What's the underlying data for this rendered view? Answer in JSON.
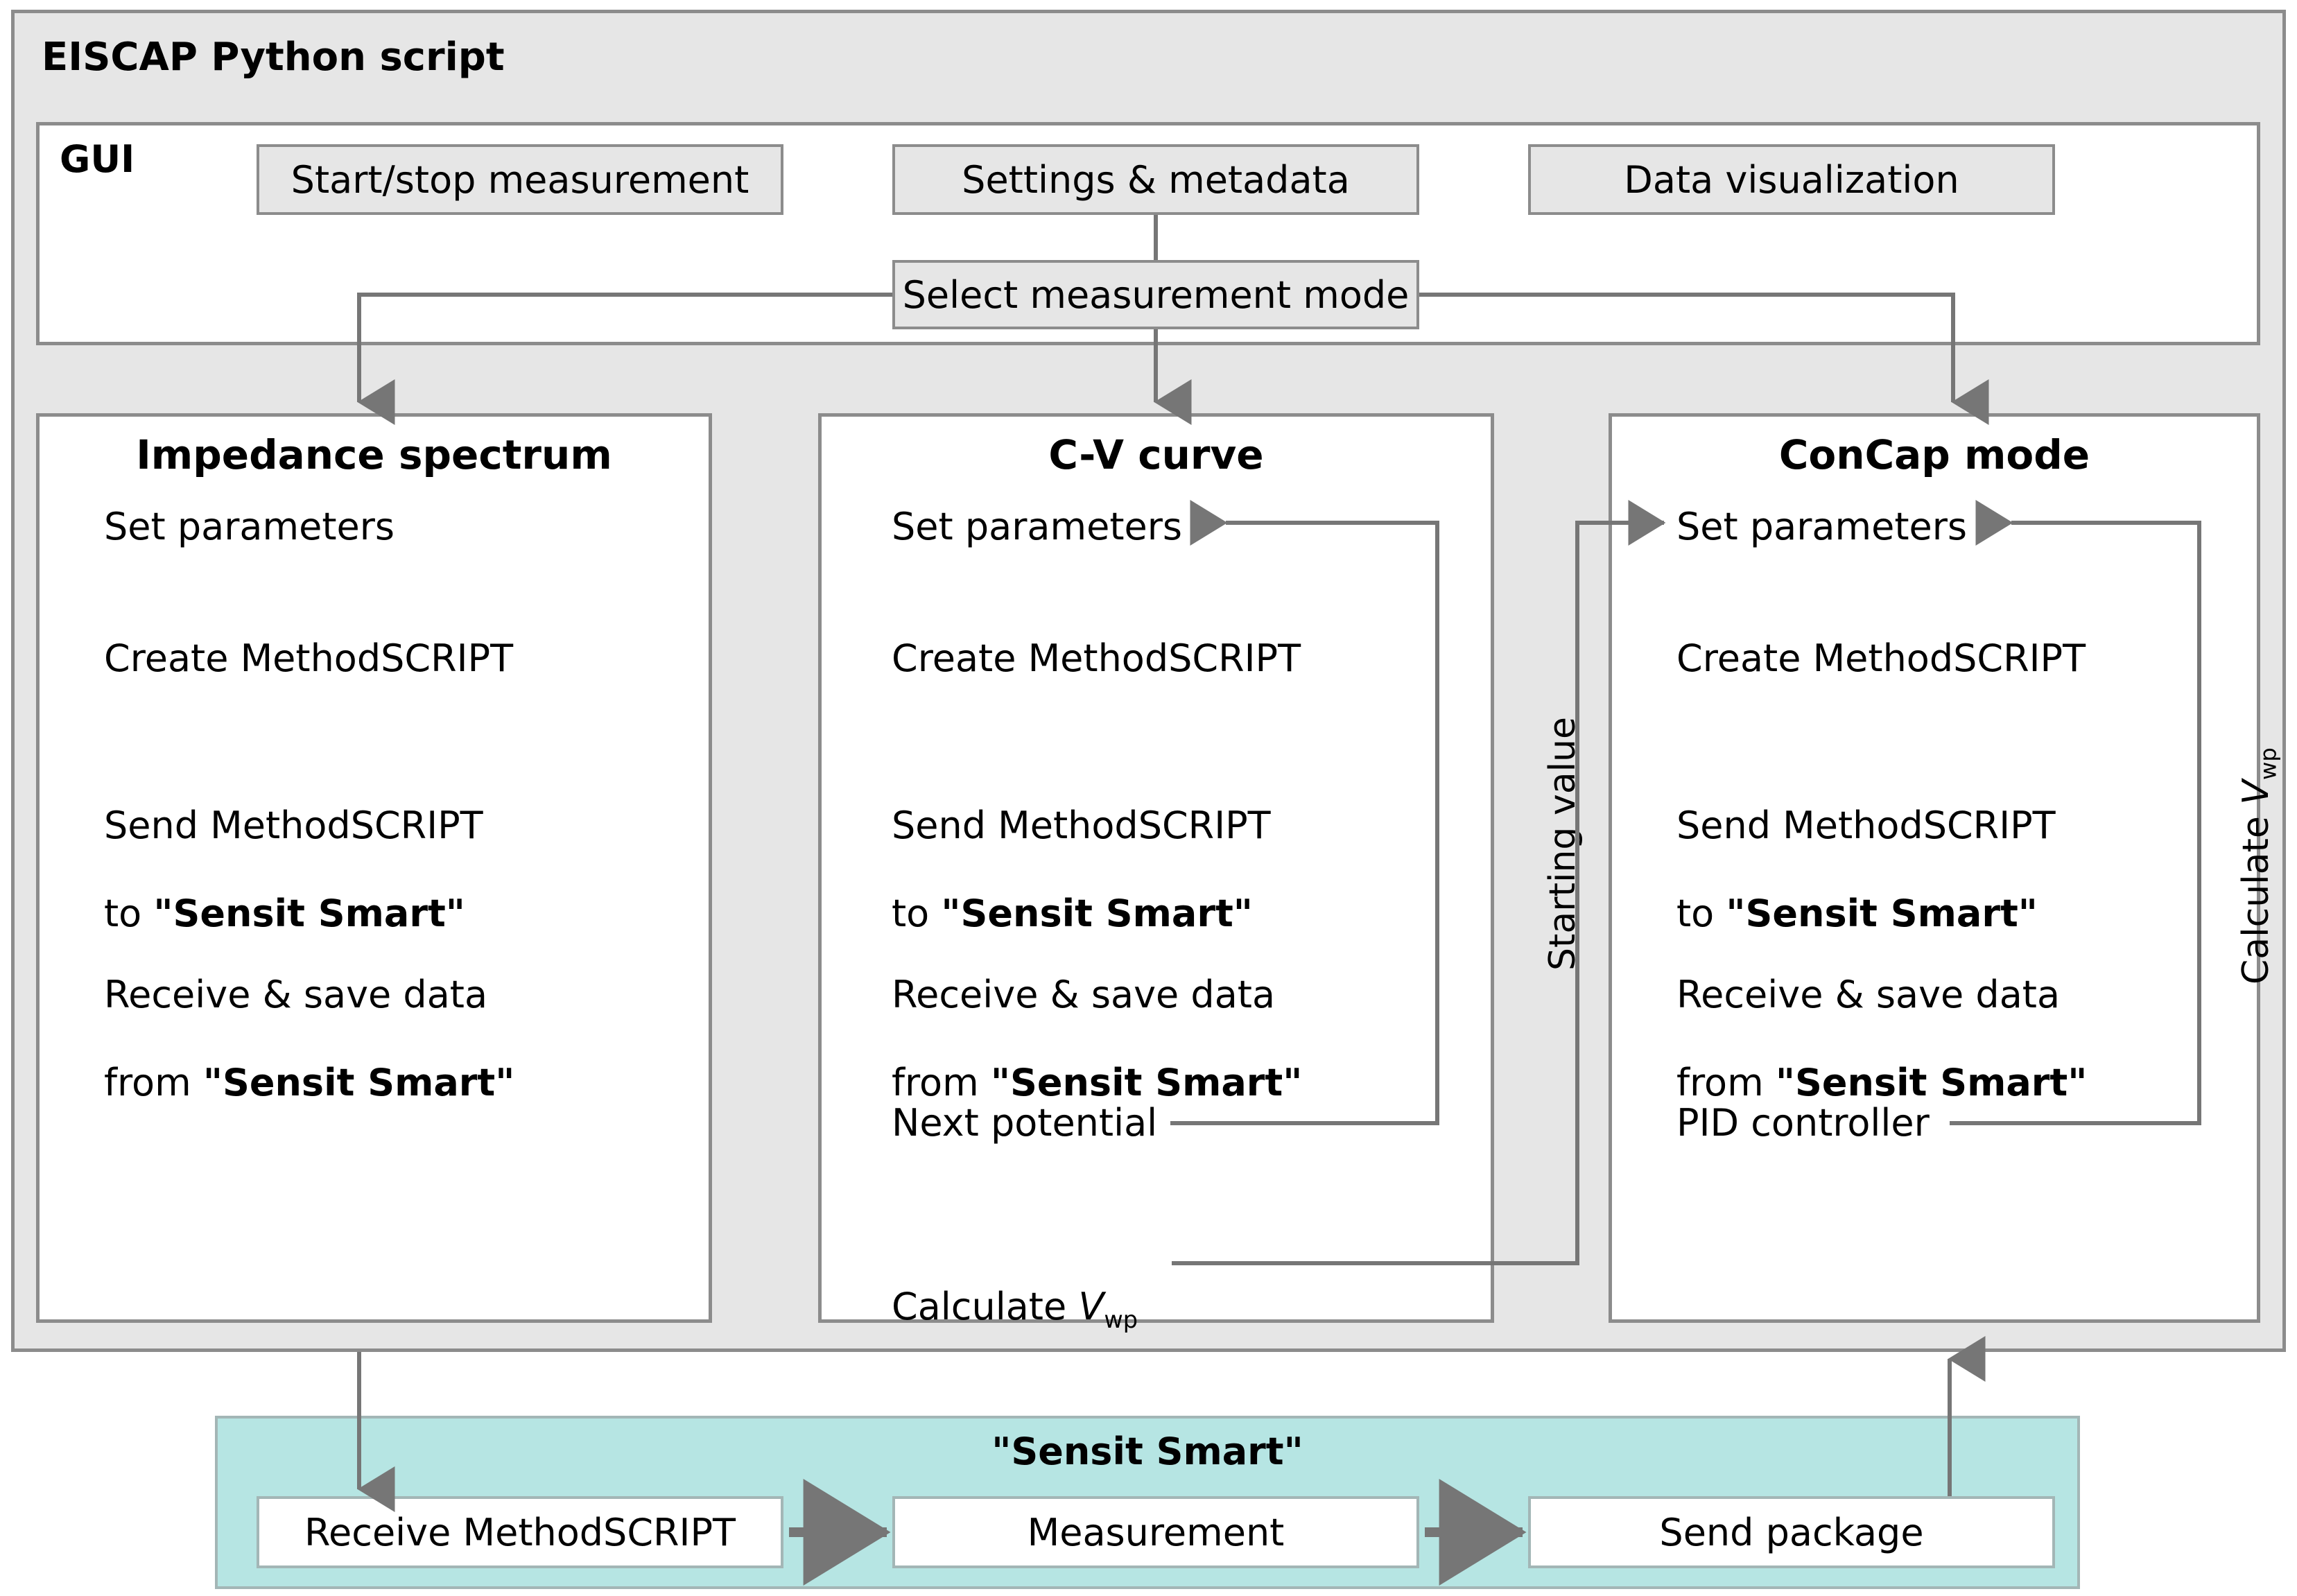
{
  "diagram": {
    "root_title": "EISCAP Python script",
    "gui": {
      "label": "GUI",
      "boxes": [
        {
          "id": "start-stop",
          "label": "Start/stop measurement"
        },
        {
          "id": "settings-metadata",
          "label": "Settings & metadata"
        },
        {
          "id": "data-visualization",
          "label": "Data visualization"
        }
      ],
      "mode_selector": {
        "id": "select-measurement-mode",
        "label": "Select measurement mode"
      }
    },
    "columns": [
      {
        "id": "impedance-spectrum",
        "title": "Impedance spectrum",
        "steps": [
          {
            "id": "set-parameters",
            "text": "Set parameters"
          },
          {
            "id": "create-methodscript",
            "text": "Create MethodSCRIPT"
          },
          {
            "id": "send-methodscript",
            "line1": "Send MethodSCRIPT",
            "line2_prefix": "to ",
            "line2_bold": "\"Sensit Smart\""
          },
          {
            "id": "receive-save-data",
            "line1": "Receive & save data",
            "line2_prefix": "from ",
            "line2_bold": "\"Sensit Smart\""
          }
        ]
      },
      {
        "id": "cv-curve",
        "title": "C-V curve",
        "steps": [
          {
            "id": "set-parameters",
            "text": "Set parameters"
          },
          {
            "id": "create-methodscript",
            "text": "Create MethodSCRIPT"
          },
          {
            "id": "send-methodscript",
            "line1": "Send MethodSCRIPT",
            "line2_prefix": "to ",
            "line2_bold": "\"Sensit Smart\""
          },
          {
            "id": "receive-save-data",
            "line1": "Receive & save data",
            "line2_prefix": "from ",
            "line2_bold": "\"Sensit Smart\""
          },
          {
            "id": "next-potential",
            "text": "Next potential"
          },
          {
            "id": "calculate-vwp",
            "text_prefix": "Calculate ",
            "symbol": "V",
            "subscript": "wp"
          }
        ]
      },
      {
        "id": "concap-mode",
        "title": "ConCap mode",
        "steps": [
          {
            "id": "set-parameters",
            "text": "Set parameters"
          },
          {
            "id": "create-methodscript",
            "text": "Create MethodSCRIPT"
          },
          {
            "id": "send-methodscript",
            "line1": "Send MethodSCRIPT",
            "line2_prefix": "to ",
            "line2_bold": "\"Sensit Smart\""
          },
          {
            "id": "receive-save-data",
            "line1": "Receive & save data",
            "line2_prefix": "from ",
            "line2_bold": "\"Sensit Smart\""
          },
          {
            "id": "pid-controller",
            "text": "PID controller"
          }
        ]
      }
    ],
    "edge_labels": {
      "starting_value": "Starting value",
      "calculate_vwp_prefix": "Calculate ",
      "calculate_vwp_symbol": "V",
      "calculate_vwp_subscript": "wp"
    },
    "device": {
      "title": "\"Sensit Smart\"",
      "boxes": [
        {
          "id": "receive-methodscript",
          "label": "Receive MethodSCRIPT"
        },
        {
          "id": "measurement",
          "label": "Measurement"
        },
        {
          "id": "send-package",
          "label": "Send package"
        }
      ]
    },
    "colors": {
      "background": "#ffffff",
      "panel_gray": "#e6e6e6",
      "border_gray": "#8c8c8c",
      "arrow_gray": "#767676",
      "device_teal": "#b6e5e3",
      "device_border": "#a3b6b6",
      "text": "#000000"
    }
  }
}
